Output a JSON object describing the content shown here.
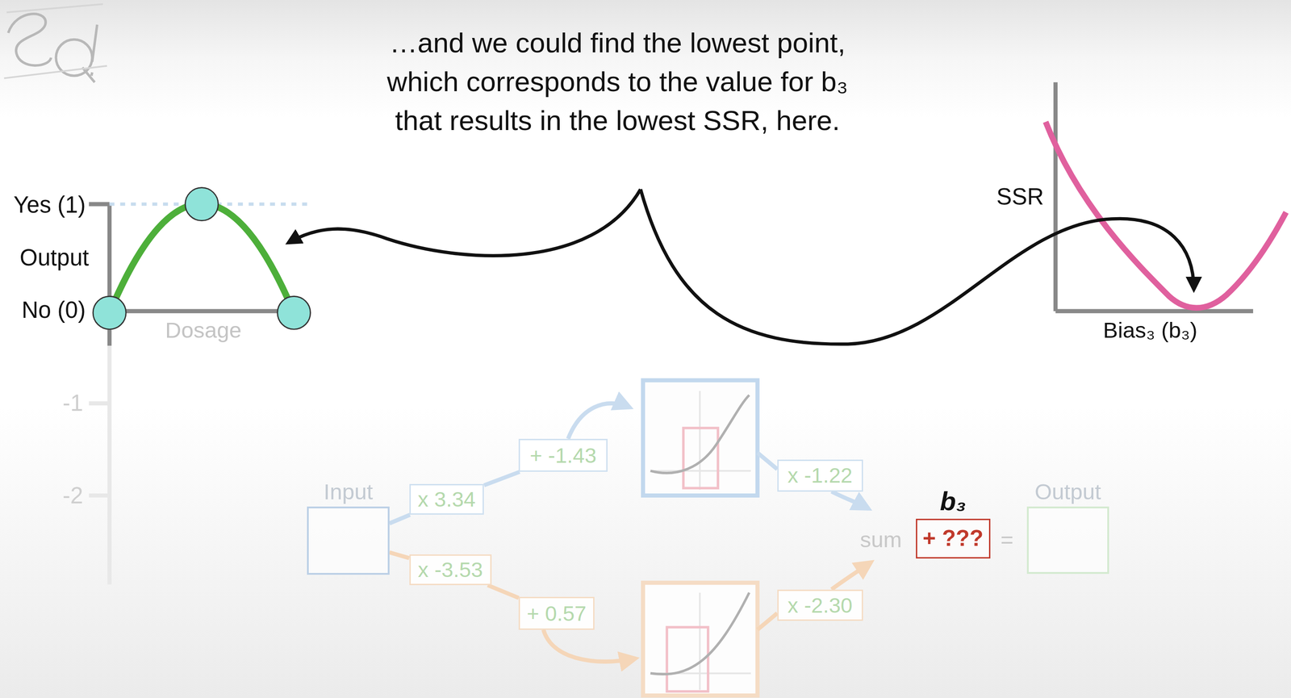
{
  "diagram": {
    "title": "…and we could find the lowest point, which corresponds to the value for b₃ that results in the lowest SSR, here.",
    "nodes": [
      {
        "text": [
          "Input"
        ]
      },
      {
        "text": [
          "x 3.34"
        ]
      },
      {
        "text": [
          "x -3.53"
        ]
      },
      {
        "text": [
          "+ -1.43"
        ]
      },
      {
        "text": [
          "+ 0.57"
        ]
      },
      {
        "text": [
          "x -1.22"
        ]
      },
      {
        "text": [
          "x -2.30"
        ]
      },
      {
        "text": [
          "b₃",
          "+ ???"
        ]
      },
      {
        "text": [
          "Output"
        ]
      }
    ],
    "edges": [
      {
        "from": 0,
        "to": 1,
        "arrow": "none"
      },
      {
        "from": 0,
        "to": 2,
        "arrow": "none"
      },
      {
        "from": 1,
        "to": 3,
        "arrow": "none"
      },
      {
        "from": 2,
        "to": 4,
        "arrow": "none"
      }
    ],
    "labels": [
      "Yes (1)",
      "Output",
      "No (0)",
      "Dosage",
      "-1",
      "-2",
      "SSR",
      "Bias₃ (b₃)",
      "sum",
      "="
    ]
  }
}
